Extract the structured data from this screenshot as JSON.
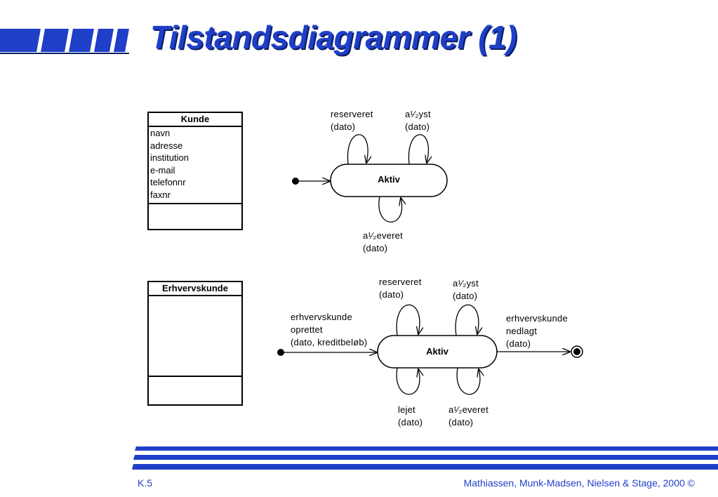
{
  "slide": {
    "title": "Tilstandsdiagrammer (1)",
    "footer_left": "K.5",
    "footer_right": "Mathiassen, Munk-Madsen, Nielsen & Stage, 2000 ©",
    "colors": {
      "accent": "#1f3fc8",
      "dark_accent": "#0c1e6a"
    }
  },
  "diagram1": {
    "class_name": "Kunde",
    "attributes": [
      "navn",
      "adresse",
      "institution",
      "e-mail",
      "telefonnr",
      "faxnr"
    ],
    "state": "Aktiv",
    "transitions": {
      "top_left": [
        "reserveret",
        "(dato)"
      ],
      "top_right": [
        "a¹⁄₂yst",
        "(dato)"
      ],
      "bottom": [
        "a¹⁄₂everet",
        "(dato)"
      ]
    }
  },
  "diagram2": {
    "class_name": "Erhvervskunde",
    "state": "Aktiv",
    "transitions": {
      "entry": [
        "erhvervskunde",
        "oprettet",
        "(dato, kreditbeløb)"
      ],
      "top_left": [
        "reserveret",
        "(dato)"
      ],
      "top_right": [
        "a¹⁄₂yst",
        "(dato)"
      ],
      "exit": [
        "erhvervskunde",
        "nedlagt",
        "(dato)"
      ],
      "bottom_left": [
        "lejet",
        "(dato)"
      ],
      "bottom_right": [
        "a¹⁄₂everet",
        "(dato)"
      ]
    }
  }
}
